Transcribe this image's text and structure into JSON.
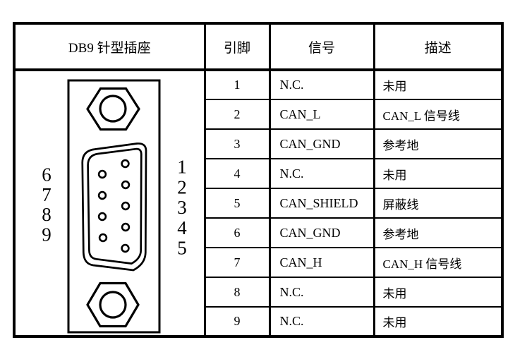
{
  "table": {
    "headers": {
      "connector": "DB9 针型插座",
      "pin": "引脚",
      "signal": "信号",
      "description": "描述"
    },
    "rows": [
      {
        "pin": "1",
        "signal": "N.C.",
        "description": "未用"
      },
      {
        "pin": "2",
        "signal": "CAN_L",
        "description": "CAN_L 信号线"
      },
      {
        "pin": "3",
        "signal": "CAN_GND",
        "description": "参考地"
      },
      {
        "pin": "4",
        "signal": "N.C.",
        "description": "未用"
      },
      {
        "pin": "5",
        "signal": "CAN_SHIELD",
        "description": "屏蔽线"
      },
      {
        "pin": "6",
        "signal": "CAN_GND",
        "description": "参考地"
      },
      {
        "pin": "7",
        "signal": "CAN_H",
        "description": "CAN_H 信号线"
      },
      {
        "pin": "8",
        "signal": "N.C.",
        "description": "未用"
      },
      {
        "pin": "9",
        "signal": "N.C.",
        "description": "未用"
      }
    ]
  },
  "connector": {
    "left_pin_labels": [
      "6",
      "7",
      "8",
      "9"
    ],
    "right_pin_labels": [
      "1",
      "2",
      "3",
      "4",
      "5"
    ]
  },
  "colors": {
    "line": "#000000",
    "background": "#ffffff",
    "text": "#000000"
  }
}
